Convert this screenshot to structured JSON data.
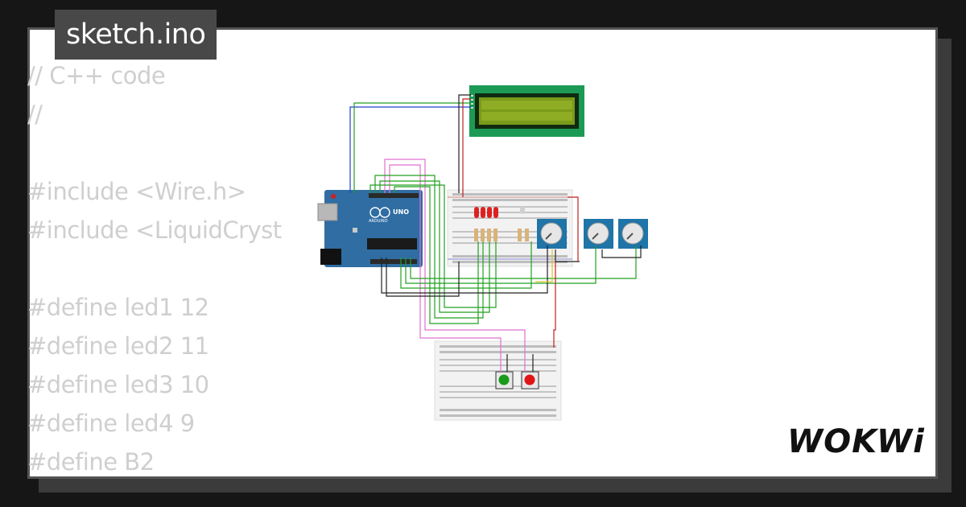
{
  "tab": {
    "filename": "sketch.ino"
  },
  "code_lines": [
    "// C++ code",
    "//",
    "",
    "#include <Wire.h>",
    "#include <LiquidCryst",
    "",
    "#define led1 12",
    "#define led2 11",
    "#define led3 10",
    "#define led4 9",
    "#define B2"
  ],
  "arduino": {
    "model": "UNO",
    "brand": "ARDUINO"
  },
  "brand": {
    "logo_text": "WOKWi"
  },
  "colors": {
    "lcd_pcb": "#1c9a55",
    "lcd_screen": "#7a9a1a",
    "arduino_board": "#2f6da3",
    "pot_board": "#1f74a8",
    "led_red": "#e02020",
    "button_green": "#1a9a1a",
    "button_red": "#e01515"
  }
}
